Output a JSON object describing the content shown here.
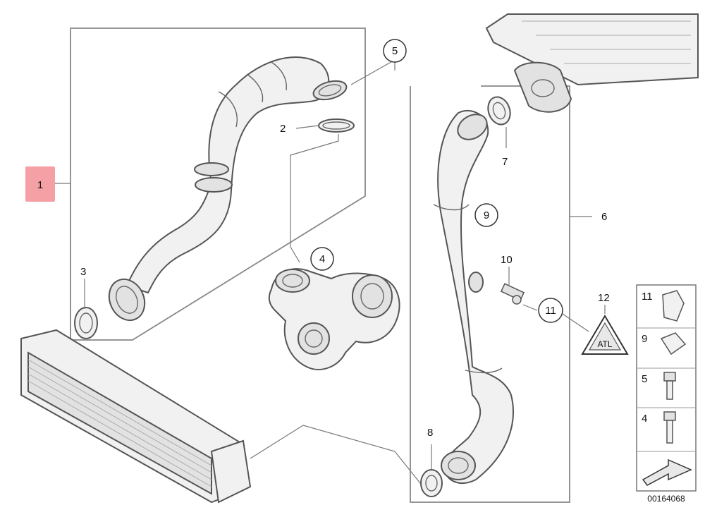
{
  "callouts": {
    "p1": "1",
    "p2": "2",
    "p3": "3",
    "p4": "4",
    "p5": "5",
    "p6": "6",
    "p7": "7",
    "p8": "8",
    "p9": "9",
    "p10": "10",
    "p11": "11",
    "p12": "12"
  },
  "warning_symbol_text": "ATL",
  "legend": {
    "items": [
      "11",
      "9",
      "5",
      "4"
    ]
  },
  "diagram_code": "00164068",
  "colors": {
    "highlight": "#f4a0a4",
    "frame": "#888888",
    "part_fill": "#f1f1f1"
  }
}
